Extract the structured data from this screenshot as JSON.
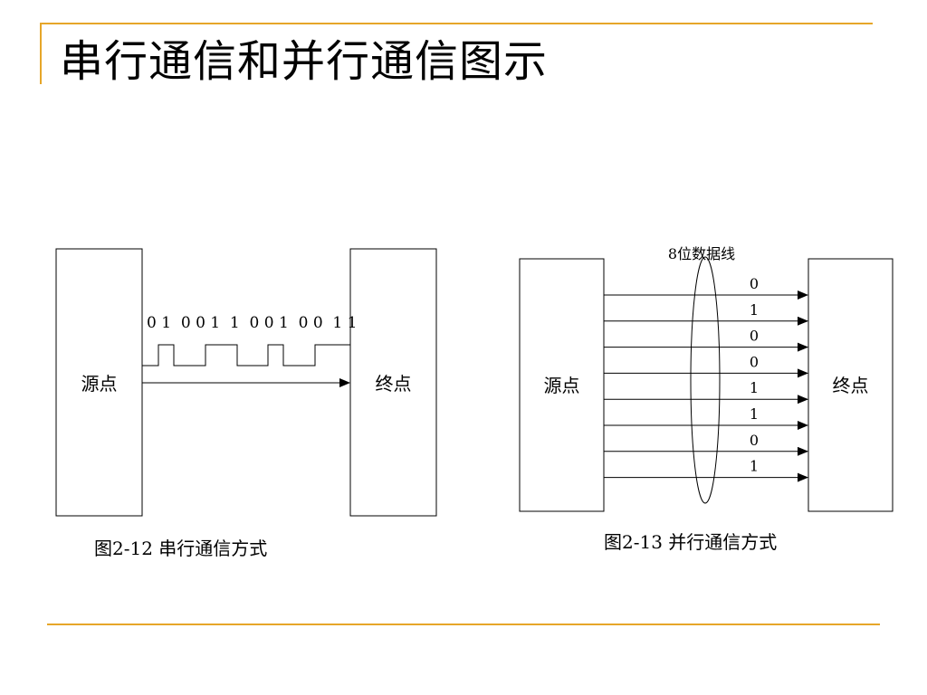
{
  "slide": {
    "title": "串行通信和并行通信图示",
    "accent_color": "#E6A629"
  },
  "serial": {
    "source_label": "源点",
    "dest_label": "终点",
    "bit_string": "0 1  0 0 1  1  0 0 1  0 0  1 1",
    "caption": "图2-12 串行通信方式"
  },
  "parallel": {
    "source_label": "源点",
    "dest_label": "终点",
    "bus_label": "8位数据线",
    "bits": [
      "0",
      "1",
      "0",
      "0",
      "1",
      "1",
      "0",
      "1"
    ],
    "caption": "图2-13 并行通信方式"
  }
}
